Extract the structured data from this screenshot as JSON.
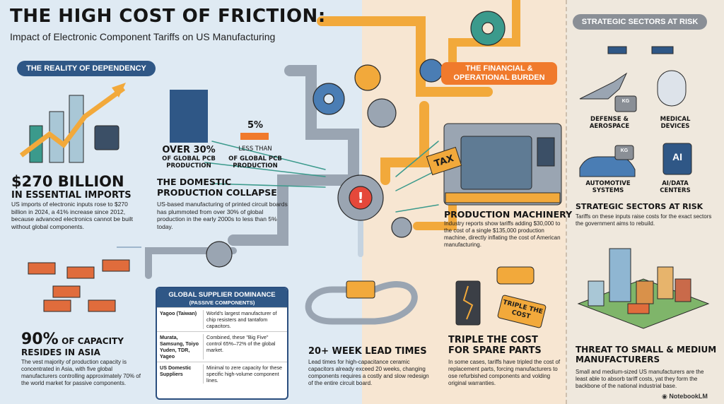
{
  "header": {
    "title": "THE HIGH COST OF FRICTION:",
    "subtitle": "Impact of Electronic Component Tariffs on US Manufacturing"
  },
  "left": {
    "section_label": "THE REALITY OF DEPENDENCY",
    "imports": {
      "value": "$270 BILLION",
      "label": "IN ESSENTIAL IMPORTS",
      "text": "US imports of electronic inputs rose to $270 billion in 2024, a 41% increase since 2012, because advanced electronics cannot be built without global components."
    },
    "pcb": {
      "bar1_value": "OVER 30%",
      "bar1_caption": "OF GLOBAL PCB PRODUCTION",
      "bar2_value": "5%",
      "bar2_label": "LESS THAN",
      "bar2_caption": "OF GLOBAL PCB PRODUCTION",
      "title": "THE DOMESTIC PRODUCTION COLLAPSE",
      "text": "US-based manufacturing of printed circuit boards has plummoted from over 30% of global production in the early 2000s to less than 5% today."
    },
    "asia": {
      "value": "90%",
      "value_suffix": "OF CAPACITY",
      "label": "RESIDES IN ASIA",
      "text": "The vest majority of production capacity is concentrated in Asia, with five global manufacturers controlling approximately 70% of the world market for passive components."
    },
    "table": {
      "title": "GLOBAL SUPPLIER DOMINANCE",
      "subtitle": "(PASSIVE COMPONENTS)",
      "rows": [
        {
          "name": "Yagoo (Taiwan)",
          "desc": "World's largest manufacturer of chip resisters and tantafom capacitors."
        },
        {
          "name": "Murata, Samsung, Toiyo Yuden, TDR, Yageo",
          "desc": "Combined, these \"Big Five\" control 65%–72% of the global market."
        },
        {
          "name": "US Domestic Suppliers",
          "desc": "Minimal to zere capacity for these specific high-volume component lines."
        }
      ]
    }
  },
  "middle": {
    "section_label": "THE FINANCIAL & OPERATIONAL BURDEN",
    "tax_tag": "TAX",
    "machinery": {
      "title": "PRODUCTION MACHINERY",
      "text": "Industry reports show tariffs adding $30,000 to the cost of a single $135,000 production machine, directly inflating the cost of American manufacturing."
    },
    "lead": {
      "title": "20+ WEEK LEAD TIMES",
      "text": "Lead times for high-capacitance ceramic capacitors already exceed 20 weeks, changing components requires a costly and slow redesign of the entire circuit board."
    },
    "spare": {
      "tag": "TRIPLE THE COST",
      "title": "TRIPLE THE COST FOR SPARE PARTS",
      "text": "In some cases, tariffs have tripled the cost of replacement parts, forcing manufacturers to ose refurbished components and volding original warranties."
    }
  },
  "right": {
    "section_label": "STRATEGIC SECTORS AT RISK",
    "sectors": [
      {
        "label": "DEFENSE & AEROSPACE"
      },
      {
        "label": "MEDICAL DEVICES"
      },
      {
        "label": "AUTOMOTIVE SYSTEMS"
      },
      {
        "label": "AI/DATA CENTERS"
      }
    ],
    "weight_tag": "KG",
    "ai_chip": "AI",
    "strategic": {
      "title": "STRATEGIC SECTORS AT RISK",
      "text": "Tariffs on these inputs raise costs for the exact sectors the government aims to rebuild."
    },
    "threat": {
      "title": "THREAT TO SMALL & MEDIUM MANUFACTURERS",
      "text": "Small and medium-sized US manufacturers are the least able to absorb tariff costs, yat they form the backbone of the national industrial base."
    },
    "brand": "NotebookLM"
  },
  "colors": {
    "navy": "#2f5786",
    "orange": "#f07a2c",
    "gray": "#8a8f96",
    "gold": "#f2a93b"
  }
}
